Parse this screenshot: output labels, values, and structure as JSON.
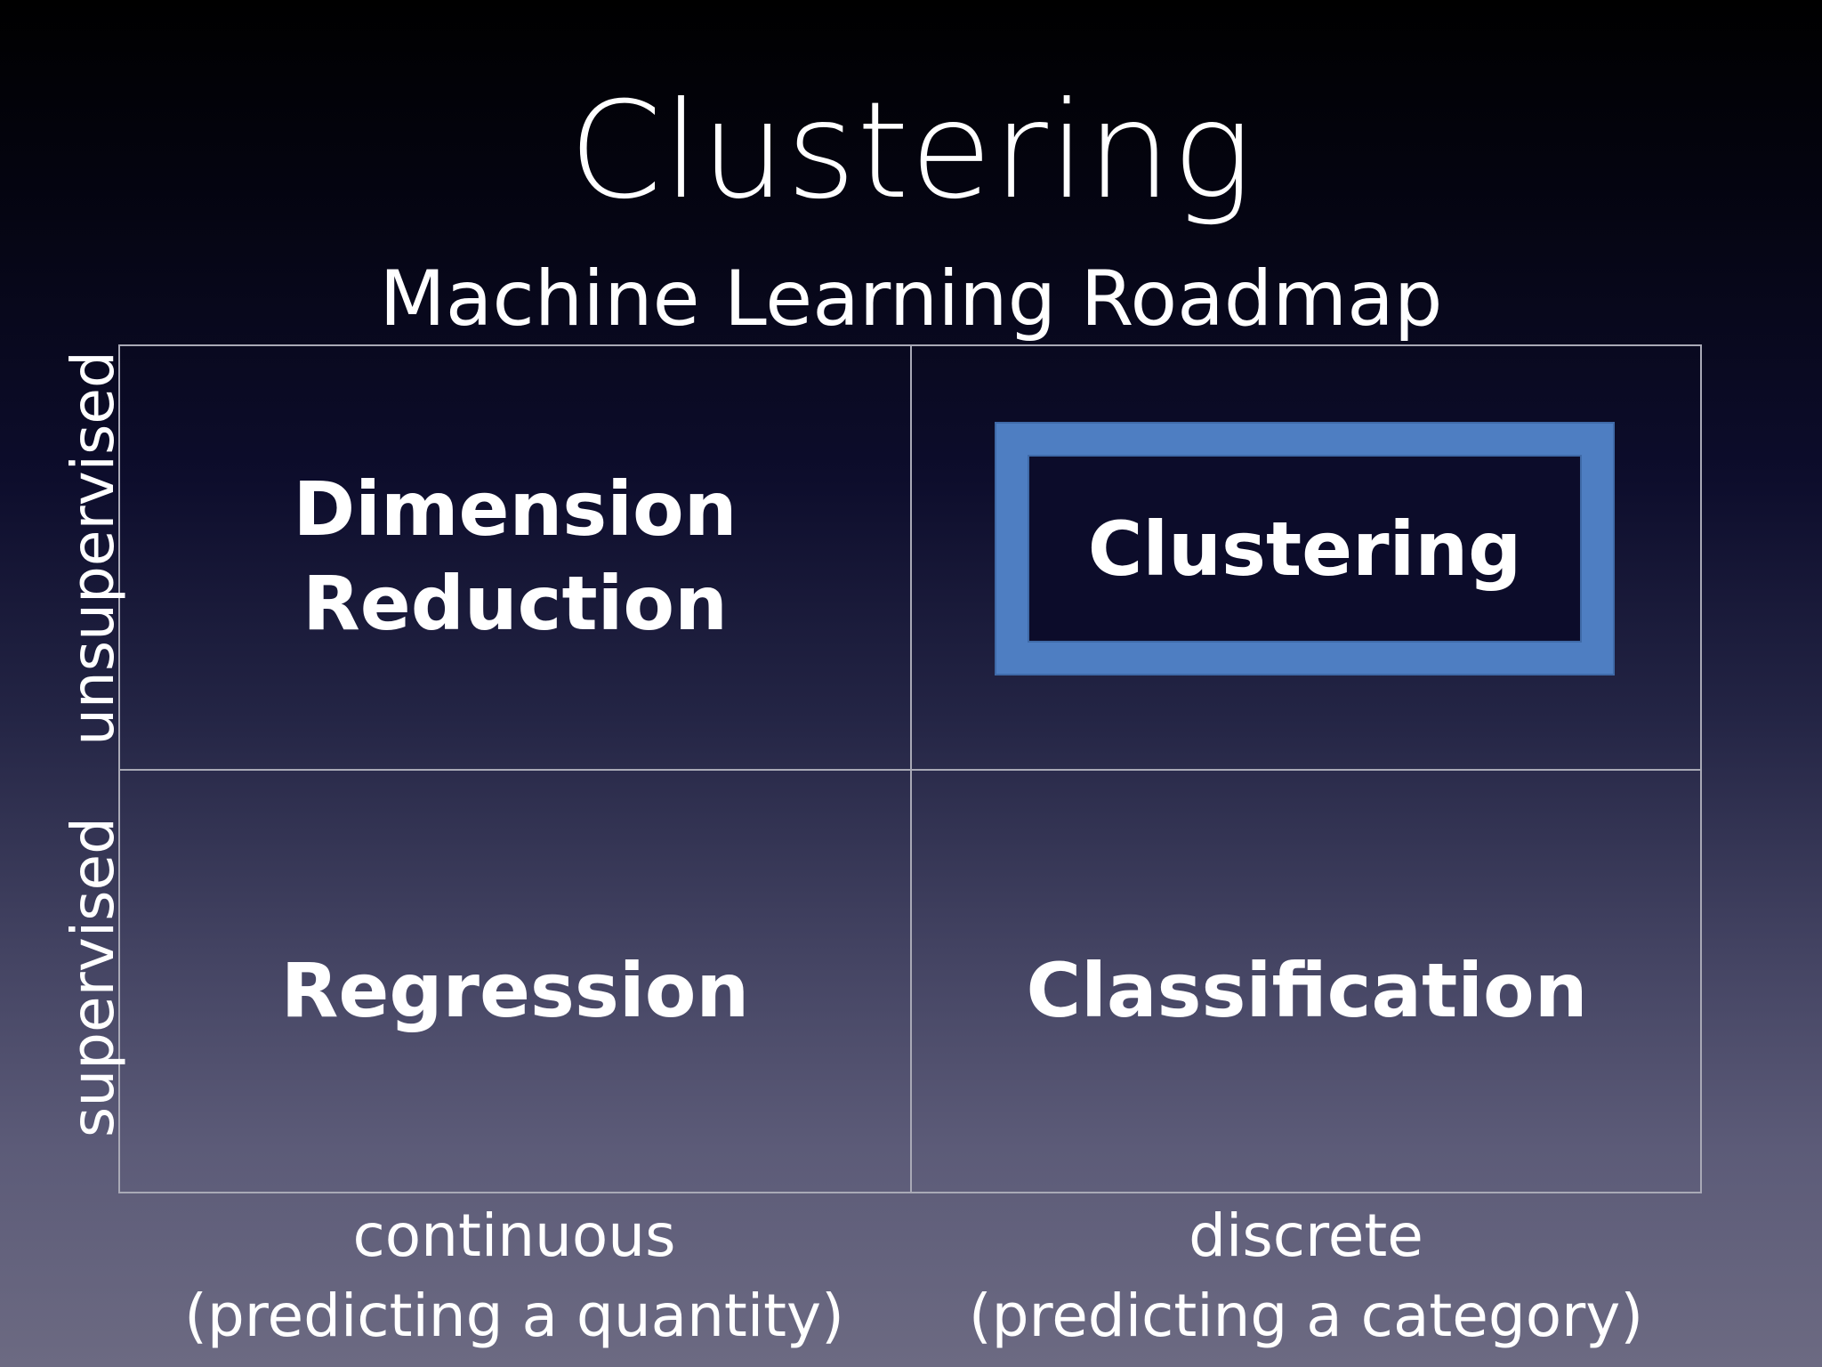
{
  "slide": {
    "title": "Clustering",
    "subtitle": "Machine Learning Roadmap"
  },
  "grid": {
    "cells": {
      "top_left": [
        "Dimension",
        "Reduction"
      ],
      "top_right": "Clustering",
      "bottom_left": "Regression",
      "bottom_right": "Classification"
    },
    "highlighted_cell": "top_right",
    "highlight_color": "#4e7ec2"
  },
  "axes": {
    "vertical": {
      "top": "unsupervised",
      "bottom": "supervised"
    },
    "horizontal": {
      "left": {
        "label": "continuous",
        "note": "(predicting a quantity)"
      },
      "right": {
        "label": "discrete",
        "note": "(predicting a category)"
      }
    }
  }
}
